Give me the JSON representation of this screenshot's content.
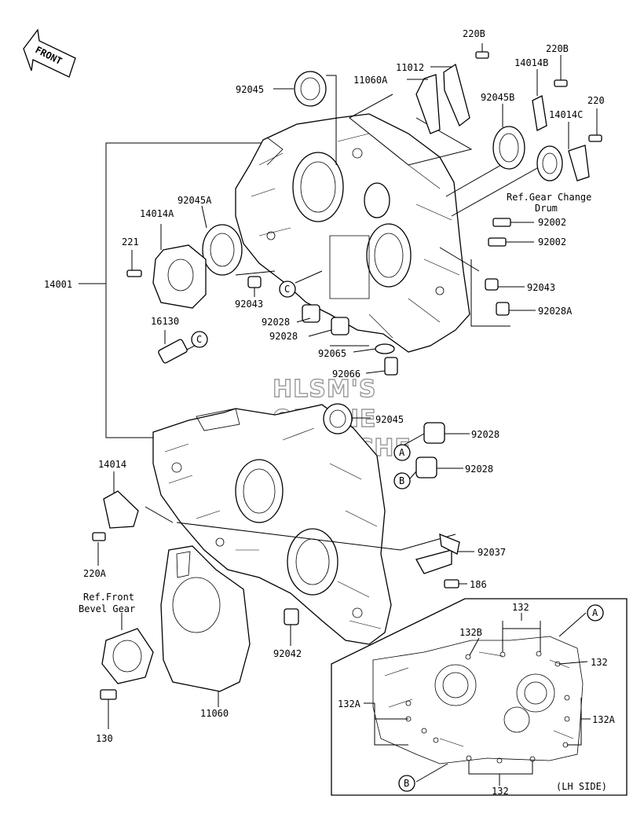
{
  "direction": {
    "label": "FRONT"
  },
  "watermark": {
    "line1": "HLSM'S",
    "line2": "ONLINE",
    "line3": "MICROFICHE"
  },
  "callouts": {
    "c1": "C",
    "c2": "C",
    "a1": "A",
    "b1": "B",
    "a2": "A",
    "b2": "B"
  },
  "parts": {
    "p220B_1": "220B",
    "p11012": "11012",
    "p11060A": "11060A",
    "p220B_2": "220B",
    "p14014B": "14014B",
    "p92045_top": "92045",
    "p92045B": "92045B",
    "p220": "220",
    "p14014C": "14014C",
    "ref_gear_change_1": "Ref.Gear Change",
    "ref_gear_change_2": "Drum",
    "p92045A": "92045A",
    "p14014A": "14014A",
    "p92002_1": "92002",
    "p92002_2": "92002",
    "p221": "221",
    "p14001": "14001",
    "p92043_r": "92043",
    "p92043_l": "92043",
    "p92028A": "92028A",
    "p92028_1": "92028",
    "p92028_2": "92028",
    "p16130": "16130",
    "p92065": "92065",
    "p92066": "92066",
    "p92045_mid": "92045",
    "p92028_3": "92028",
    "p92028_4": "92028",
    "p14014": "14014",
    "p92037": "92037",
    "p220A": "220A",
    "p186": "186",
    "ref_front_bevel_1": "Ref.Front",
    "ref_front_bevel_2": "Bevel Gear",
    "p132B": "132B",
    "p132_top": "132",
    "p132_right": "132",
    "p92042": "92042",
    "p132A_left": "132A",
    "p132A_right": "132A",
    "p11060": "11060",
    "p130": "130",
    "p132_bottom": "132"
  },
  "inset": {
    "label": "(LH SIDE)"
  }
}
